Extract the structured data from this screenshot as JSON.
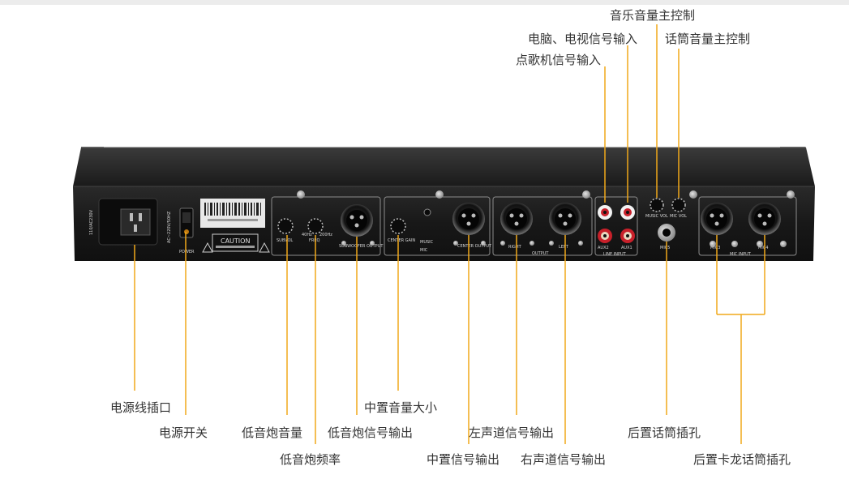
{
  "callouts": {
    "music_master_volume": "音乐音量主控制",
    "pc_tv_input": "电脑、电视信号输入",
    "mic_master_volume": "话筒音量主控制",
    "karaoke_input": "点歌机信号输入",
    "power_socket": "电源线插口",
    "power_switch": "电源开关",
    "sub_volume": "低音炮音量",
    "sub_frequency": "低音炮频率",
    "sub_output": "低音炮信号输出",
    "center_volume": "中置音量大小",
    "center_output": "中置信号输出",
    "left_output": "左声道信号输出",
    "right_output": "右声道信号输出",
    "rear_mic_jack": "后置话筒插孔",
    "rear_xlr_mic": "后置卡龙话筒插孔"
  },
  "panel_text": {
    "voltage": "110/AC230V",
    "power_spec": "AC~220V/50HZ",
    "power_label": "POWER",
    "caution": "CAUTION",
    "subvol": "SUBVOL",
    "freq": "FREQ",
    "freq_low": "40Hz",
    "freq_high": "200Hz",
    "subwoofer_output": "SUBWOOFER OUTPUT",
    "center_gain": "CENTER GAIN",
    "music": "MUSIC",
    "mic": "MIC",
    "center_output": "CENTER OUTPUT",
    "right": "RIGHT",
    "left": "LEFT",
    "output": "OUTPUT",
    "aux2": "AUX2",
    "aux1": "AUX1",
    "line_input": "LINE INPUT",
    "music_vol": "MUSIC VOL",
    "mic_vol": "MIC VOL",
    "mic5": "MIC5",
    "mic3": "MIC3",
    "mic4": "MIC4",
    "mic_input": "MIC INPUT"
  },
  "colors": {
    "leader_line": "#f0a81a",
    "chassis": "#1b1b1b",
    "panel_print": "#d8d8d8",
    "rca_red": "#c8202a"
  }
}
